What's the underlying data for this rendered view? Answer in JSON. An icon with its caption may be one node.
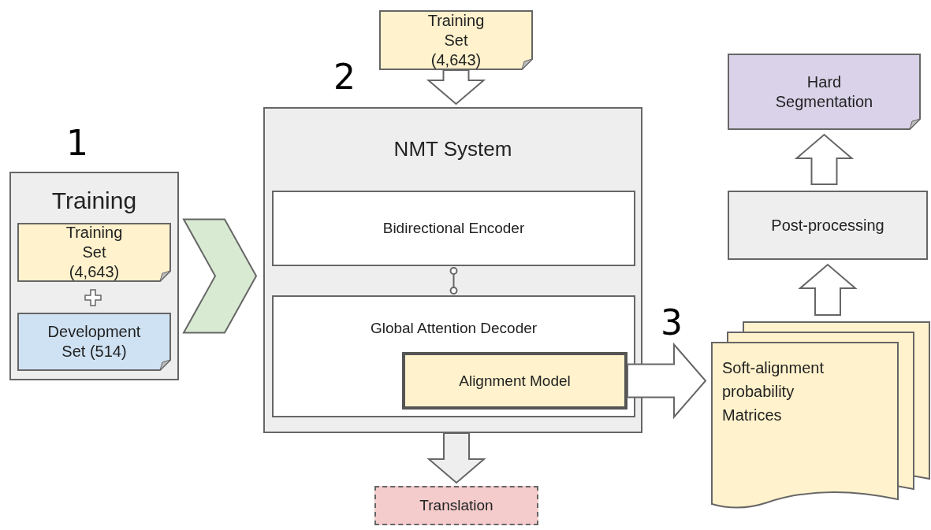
{
  "diagram": {
    "nodes": [
      {
        "text": [
          "Training"
        ]
      },
      {
        "text": [
          "Training Set (4,643)"
        ],
        "in": 0
      },
      {
        "text": [
          "Development Set (514)"
        ],
        "in": 0
      },
      {
        "text": [
          "Training Set (4,643)"
        ]
      },
      {
        "text": [
          "NMT System"
        ]
      },
      {
        "text": [
          "Bidirectional Encoder"
        ],
        "in": 4
      },
      {
        "text": [
          "Global Attention Decoder"
        ],
        "in": 4
      },
      {
        "text": [
          "Alignment Model"
        ],
        "in": 6
      },
      {
        "text": [
          "Translation"
        ]
      },
      {
        "text": [
          "Soft-alignment probability Matrices"
        ]
      },
      {
        "text": [
          "Post-processing"
        ]
      },
      {
        "text": [
          "Hard Segmentation"
        ]
      }
    ],
    "edges": [
      {
        "from": 0,
        "to": 4,
        "arrow": "to",
        "color": "#d9ead3"
      },
      {
        "from": 3,
        "to": 4,
        "arrow": "to"
      },
      {
        "from": 5,
        "to": 6,
        "arrow": "other"
      },
      {
        "from": 7,
        "to": 9,
        "arrow": "to"
      },
      {
        "from": 4,
        "to": 8,
        "arrow": "to",
        "color": "#eeeeee"
      },
      {
        "from": 9,
        "to": 10,
        "arrow": "to"
      },
      {
        "from": 10,
        "to": 11,
        "arrow": "to"
      }
    ],
    "labels": [
      "1",
      "2",
      "3"
    ]
  }
}
